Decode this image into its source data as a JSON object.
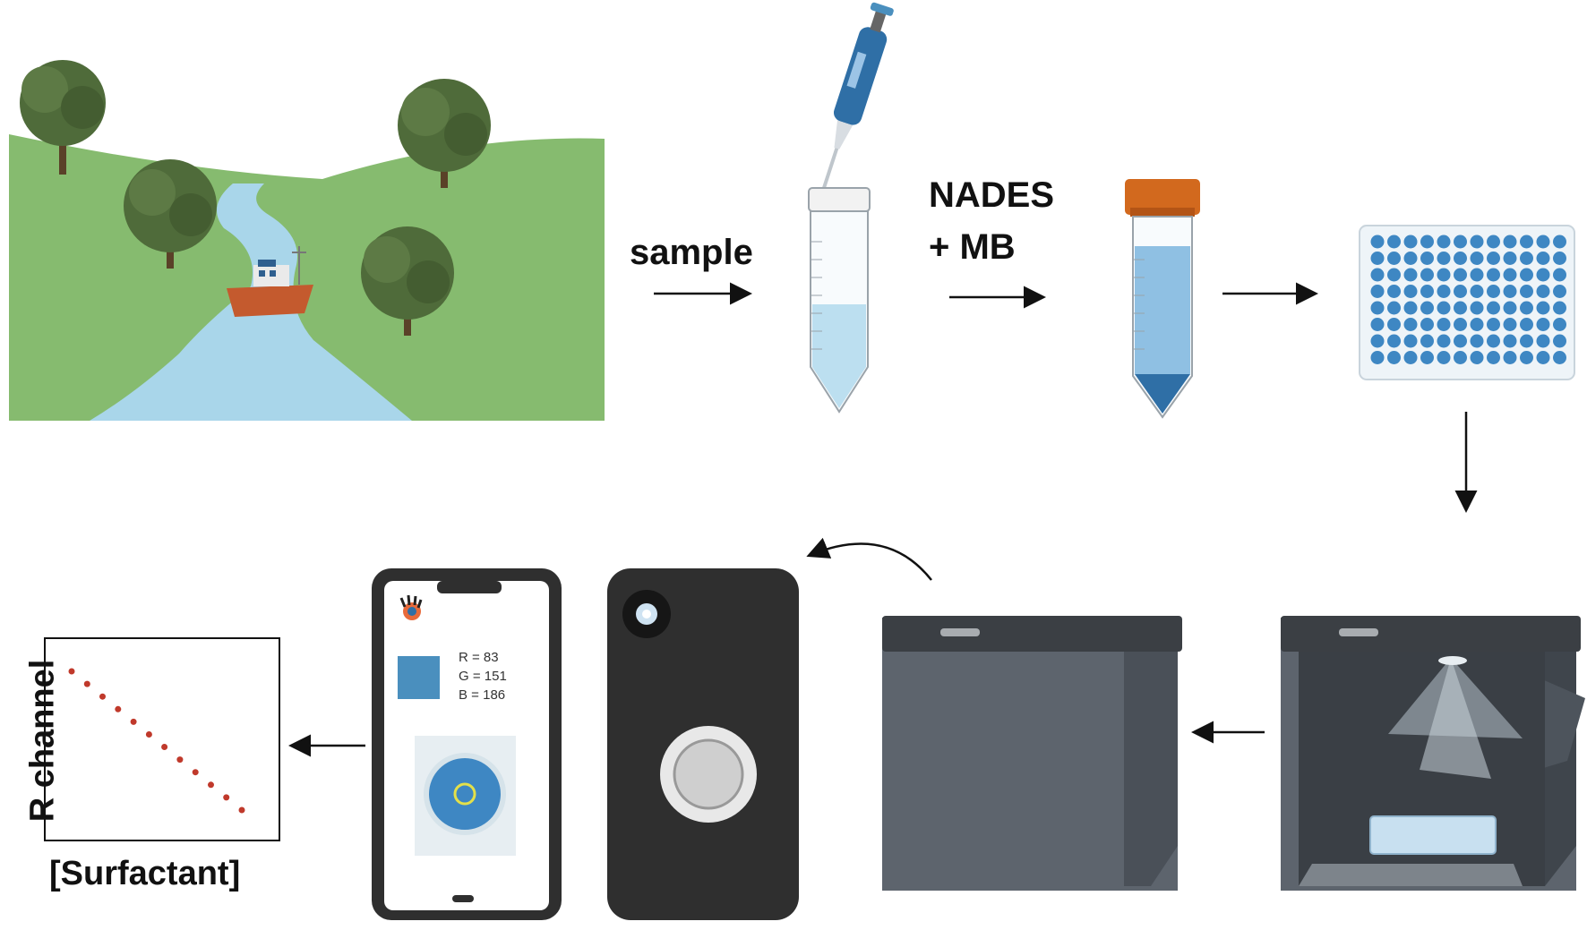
{
  "labels": {
    "sample": "sample",
    "nades_line1": "NADES",
    "nades_line2": "+ MB",
    "y_axis": "R channel",
    "x_axis": "[Surfactant]"
  },
  "phone_readout": {
    "r": "R = 83",
    "g": "G = 151",
    "b": "B = 186",
    "swatch_color": "#4a8fbe"
  },
  "colors": {
    "grass": "#86bb6f",
    "river": "#a9d6ea",
    "tree": "#4f6b3a",
    "tube_liquid": "#bcdff0",
    "tube_dark_liquid": "#2f6fa6",
    "cap_orange": "#d2691e",
    "plate_well": "#3e87c3",
    "box_gray": "#5d646d",
    "phone_dark": "#2f2f2f",
    "plot_dot": "#c0392b"
  },
  "chart_data": {
    "type": "scatter",
    "xlabel": "[Surfactant]",
    "ylabel": "R channel",
    "x": [
      1,
      2,
      3,
      4,
      5,
      6,
      7,
      8,
      9,
      10,
      11,
      12
    ],
    "y": [
      12,
      11.2,
      10.4,
      9.6,
      8.8,
      8.0,
      7.2,
      6.4,
      5.6,
      4.8,
      4.0,
      3.2
    ]
  }
}
